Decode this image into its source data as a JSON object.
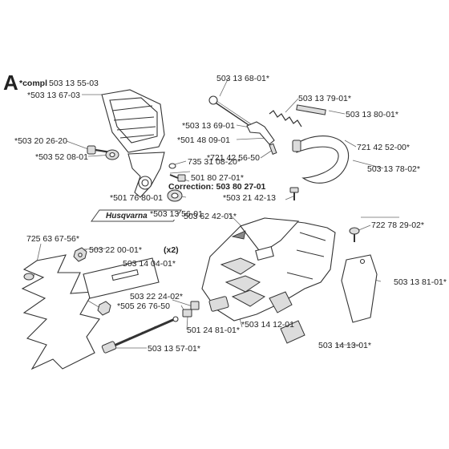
{
  "diagram": {
    "section_letter": "A",
    "compl_label": "*compl",
    "labels": {
      "p503135503": "503 13 55-03",
      "p503136703": "*503 13 67-03",
      "p503202620": "*503 20 26-20",
      "p503520801": "*503 52 08-01",
      "p735310820": "735 31 08-20*",
      "p501802701": "501 80 27-01*",
      "correction": "Correction: 503 80 27-01",
      "p501767801": "*501 76 80-01",
      "p503214213": "*503 21 42-13",
      "p503136801": "503 13 68-01*",
      "p503137901": "503 13 79-01*",
      "p503138001": "503 13 80-01*",
      "p503136901": "*503 13 69-01",
      "p501480901": "*501 48 09-01",
      "p721425650": "*721 42 56-50",
      "p721425200": "721 42 52-00*",
      "p503137802": "503 13 78-02*",
      "p503624201": "503 62 42-01*",
      "p503135601": "*503 13 56-01",
      "p722782902": "722 78 29-02*",
      "p725636756": "725 63 67-56*",
      "p503220001": "503 22 00-01*",
      "x2": "(x2)",
      "p503140401": "503 14 04-01*",
      "p503222402": "503 22 24-02*",
      "p505267650": "*505 26 76-50",
      "p501248101": "501 24 81-01*",
      "p503141201": "*503 14 12-01",
      "p503138101": "503 13 81-01*",
      "p503141301": "503 14 13-01*",
      "p503135701": "503 13 57-01*"
    },
    "brand_text": "Husqvarna"
  }
}
